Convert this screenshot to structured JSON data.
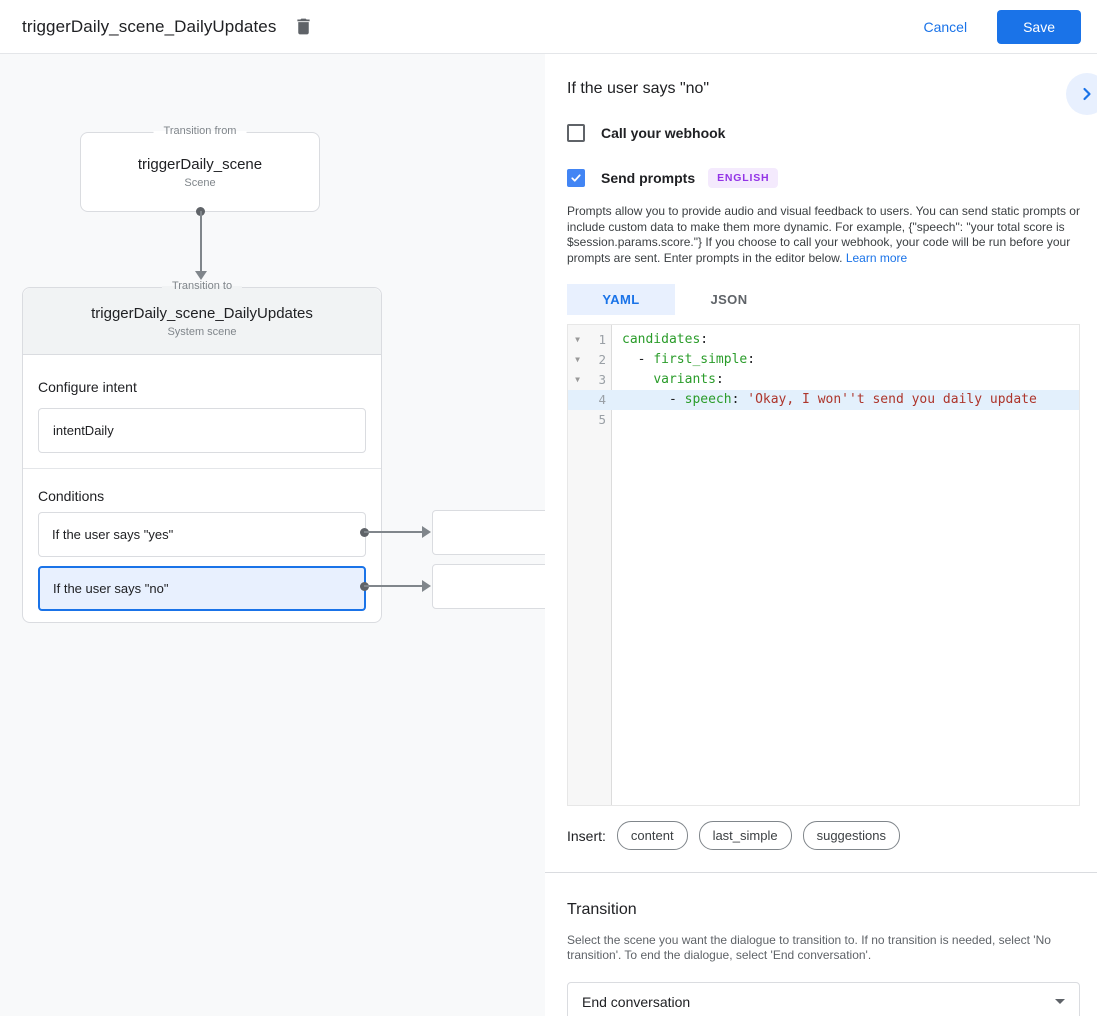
{
  "header": {
    "title": "triggerDaily_scene_DailyUpdates",
    "cancel_label": "Cancel",
    "save_label": "Save"
  },
  "canvas": {
    "transition_from": {
      "label": "Transition from",
      "title": "triggerDaily_scene",
      "subtitle": "Scene"
    },
    "transition_to": {
      "label": "Transition to",
      "title": "triggerDaily_scene_DailyUpdates",
      "subtitle": "System scene"
    },
    "configure_intent": {
      "heading": "Configure intent",
      "value": "intentDaily"
    },
    "conditions": {
      "heading": "Conditions",
      "items": [
        {
          "label": "If the user says \"yes\"",
          "selected": false
        },
        {
          "label": "If the user says \"no\"",
          "selected": true
        }
      ]
    }
  },
  "panel": {
    "heading": "If the user says \"no\"",
    "webhook": {
      "label": "Call your webhook",
      "checked": false
    },
    "prompts": {
      "label": "Send prompts",
      "checked": true,
      "badge": "ENGLISH"
    },
    "description": "Prompts allow you to provide audio and visual feedback to users. You can send static prompts or include custom data to make them more dynamic. For example, {\"speech\": \"your total score is $session.params.score.\"} If you choose to call your webhook, your code will be run before your prompts are sent. Enter prompts in the editor below.",
    "learn_more": "Learn more",
    "tabs": [
      {
        "label": "YAML",
        "active": true
      },
      {
        "label": "JSON",
        "active": false
      }
    ],
    "editor": {
      "lines": [
        {
          "number": "1",
          "fold": true,
          "highlight": false,
          "segments": [
            {
              "text": "candidates",
              "cls": "key"
            },
            {
              "text": ":",
              "cls": "pln"
            }
          ]
        },
        {
          "number": "2",
          "fold": true,
          "highlight": false,
          "segments": [
            {
              "text": "  - ",
              "cls": "pln"
            },
            {
              "text": "first_simple",
              "cls": "key"
            },
            {
              "text": ":",
              "cls": "pln"
            }
          ]
        },
        {
          "number": "3",
          "fold": true,
          "highlight": false,
          "segments": [
            {
              "text": "    ",
              "cls": "pln"
            },
            {
              "text": "variants",
              "cls": "key"
            },
            {
              "text": ":",
              "cls": "pln"
            }
          ]
        },
        {
          "number": "4",
          "fold": false,
          "highlight": true,
          "segments": [
            {
              "text": "      - ",
              "cls": "pln"
            },
            {
              "text": "speech",
              "cls": "key"
            },
            {
              "text": ": ",
              "cls": "pln"
            },
            {
              "text": "'Okay, I won''t send you daily update",
              "cls": "str"
            }
          ]
        },
        {
          "number": "5",
          "fold": false,
          "highlight": false,
          "segments": []
        }
      ]
    },
    "insert": {
      "label": "Insert:",
      "options": [
        "content",
        "last_simple",
        "suggestions"
      ]
    },
    "transition": {
      "heading": "Transition",
      "description": "Select the scene you want the dialogue to transition to. If no transition is needed, select 'No transition'. To end the dialogue, select 'End conversation'.",
      "value": "End conversation"
    }
  },
  "colors": {
    "accent_blue": "#1a73e8",
    "checkbox_blue": "#4285f4",
    "selected_condition_bg": "#e8f0fe",
    "canvas_bg": "#f8f9fa",
    "card_header_bg": "#f1f3f4",
    "badge_bg": "#f4eafd",
    "badge_text": "#9334e6",
    "code_key": "#2a9c2a",
    "code_string": "#ad352b",
    "code_line_highlight": "#e3f0fc"
  }
}
